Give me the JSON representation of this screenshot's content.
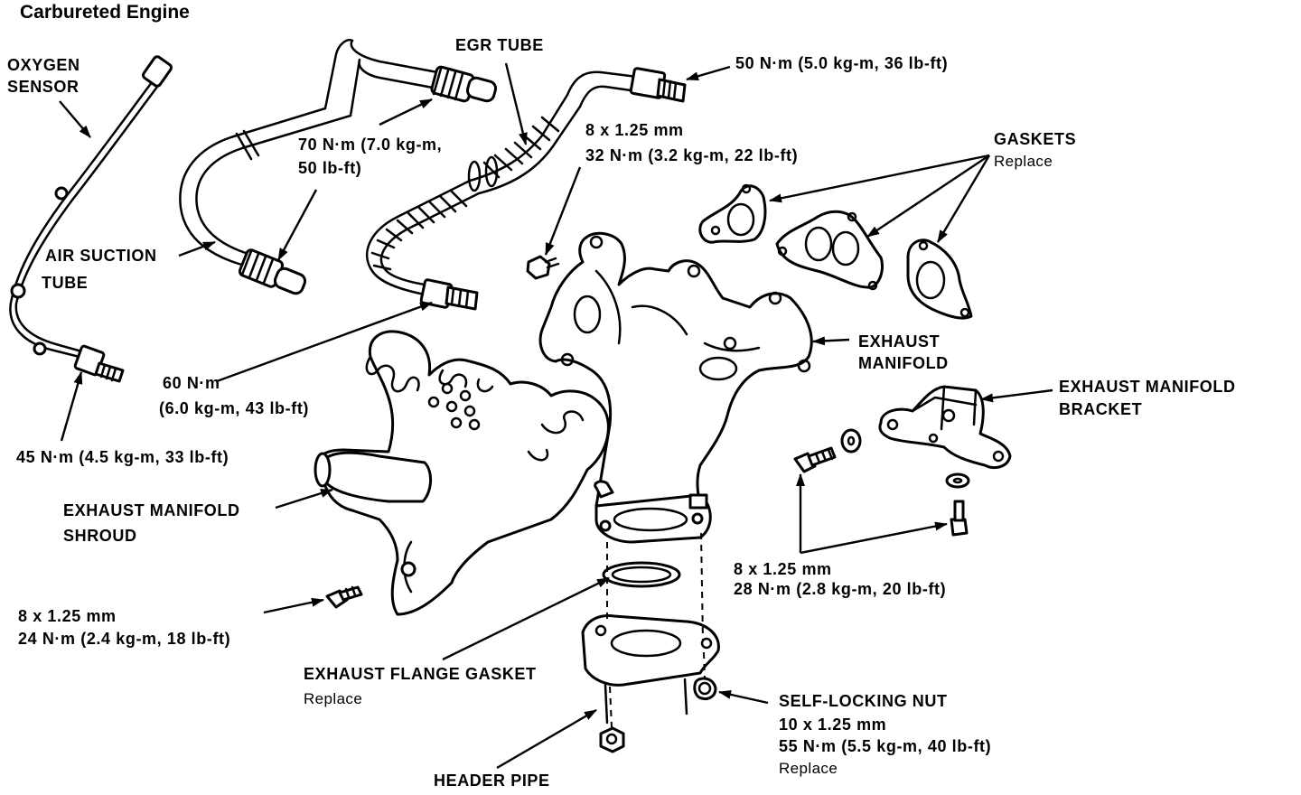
{
  "title": "Carbureted Engine",
  "labels": {
    "oxygen_sensor": [
      "OXYGEN",
      "SENSOR"
    ],
    "egr_tube": "EGR TUBE",
    "egr_fitting_torque": "50 N·m (5.0 kg-m, 36 lb-ft)",
    "air_suction_torque": [
      "70 N·m (7.0 kg-m,",
      "50 lb-ft)"
    ],
    "stud_spec": [
      "8 x 1.25 mm",
      "32 N·m (3.2 kg-m, 22 lb-ft)"
    ],
    "gaskets": "GASKETS",
    "gaskets_note": "Replace",
    "air_suction_tube": [
      "AIR SUCTION",
      "TUBE"
    ],
    "egr_lower_torque": [
      "60 N·m",
      "(6.0 kg-m, 43 lb-ft)"
    ],
    "exhaust_manifold": [
      "EXHAUST",
      "MANIFOLD"
    ],
    "bracket": [
      "EXHAUST MANIFOLD",
      "BRACKET"
    ],
    "sensor_torque": "45 N·m (4.5 kg-m, 33 lb-ft)",
    "shroud": [
      "EXHAUST MANIFOLD",
      "SHROUD"
    ],
    "bracket_bolt_spec": [
      "8 x 1.25 mm",
      "28 N·m (2.8 kg-m, 20 lb-ft)"
    ],
    "shroud_bolt_spec": [
      "8 x 1.25 mm",
      "24 N·m (2.4 kg-m, 18 lb-ft)"
    ],
    "flange_gasket": "EXHAUST FLANGE GASKET",
    "flange_gasket_note": "Replace",
    "self_locking_nut": [
      "SELF-LOCKING NUT",
      "10 x 1.25 mm",
      "55 N·m (5.5 kg-m, 40 lb-ft)"
    ],
    "nut_note": "Replace",
    "header_pipe": "HEADER PIPE"
  },
  "colors": {
    "ink": "#000000",
    "paper": "#ffffff"
  }
}
